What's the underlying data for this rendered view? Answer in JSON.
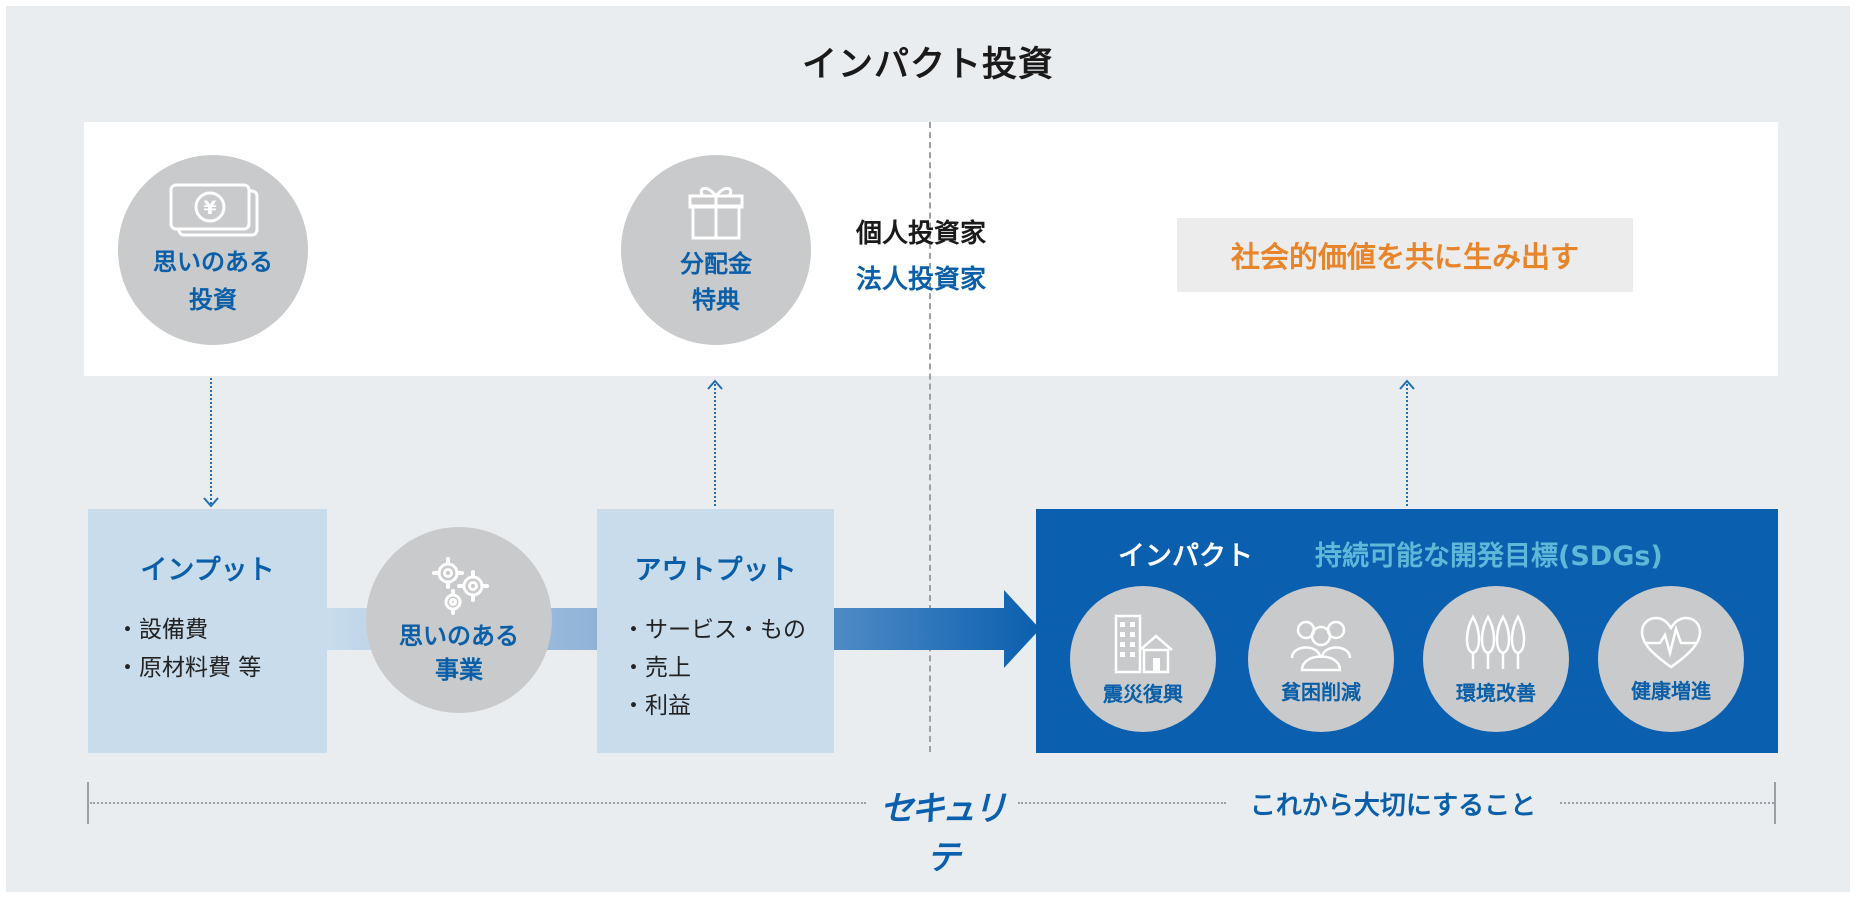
{
  "title": "インパクト投資",
  "top": {
    "invest_circle": "思いのある\n投資",
    "dividend_circle": "分配金\n特典",
    "investor_individual": "個人投資家",
    "investor_corporate": "法人投資家",
    "social_value": "社会的価値を共に生み出す",
    "yen_symbol": "¥"
  },
  "flow": {
    "input_title": "インプット",
    "input_items": [
      "・設備費",
      "・原材料費 等"
    ],
    "business_circle": "思いのある\n事業",
    "output_title": "アウトプット",
    "output_items": [
      "・サービス・もの",
      "・売上",
      "・利益"
    ]
  },
  "impact": {
    "title": "インパクト",
    "sdgs": "持続可能な開発目標(SDGs)",
    "items": [
      {
        "label": "震災復興",
        "icon": "building-house-icon"
      },
      {
        "label": "貧困削減",
        "icon": "people-group-icon"
      },
      {
        "label": "環境改善",
        "icon": "trees-icon"
      },
      {
        "label": "健康増進",
        "icon": "heart-pulse-icon"
      }
    ]
  },
  "bottom": {
    "brand": "セキュリテ",
    "future": "これから大切にすること"
  },
  "colors": {
    "brand_blue": "#0a5fae",
    "accent_orange": "#e8852a",
    "light_blue_box": "#c8dcec",
    "circle_gray": "#c9cacb",
    "sdg_teal": "#5fb8d8",
    "background": "#eaedf0"
  }
}
